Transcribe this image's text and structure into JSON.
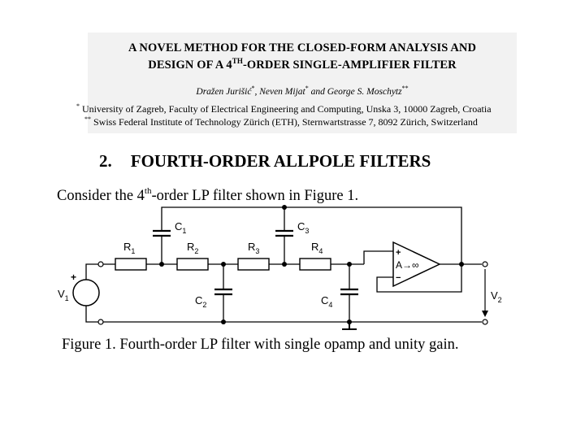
{
  "paper": {
    "title_line1": "A NOVEL METHOD FOR THE CLOSED-FORM ANALYSIS AND",
    "title_line2_pre": "DESIGN OF A 4",
    "title_line2_sup": "TH",
    "title_line2_post": "-ORDER SINGLE-AMPLIFIER FILTER",
    "authors": {
      "a1": "Dražen Jurišić",
      "a1_mark": "*",
      "a2": ", Neven Mijat",
      "a2_mark": "*",
      "a3": " and George S. Moschytz",
      "a3_mark": "**"
    },
    "affiliations": [
      {
        "mark": "*",
        "text": " University of Zagreb, Faculty of Electrical Engineering and Computing, Unska 3, 10000 Zagreb, Croatia"
      },
      {
        "mark": "**",
        "text": " Swiss Federal Institute of Technology Zürich (ETH), Sternwartstrasse 7, 8092 Zürich, Switzerland"
      }
    ]
  },
  "section": {
    "number": "2.",
    "title": "FOURTH-ORDER ALLPOLE FILTERS"
  },
  "intro": {
    "pre": "Consider the 4",
    "sup": "th",
    "post": "-order LP filter shown in Figure 1."
  },
  "circuit": {
    "labels": {
      "R1": "R",
      "R1_sub": "1",
      "R2": "R",
      "R2_sub": "2",
      "R3": "R",
      "R3_sub": "3",
      "R4": "R",
      "R4_sub": "4",
      "C1": "C",
      "C1_sub": "1",
      "C2": "C",
      "C2_sub": "2",
      "C3": "C",
      "C3_sub": "3",
      "C4": "C",
      "C4_sub": "4",
      "V1": "V",
      "V1_sub": "1",
      "V2": "V",
      "V2_sub": "2",
      "plus": "+",
      "minus": "−",
      "gain": "A→∞"
    }
  },
  "figure": {
    "caption": "Figure 1. Fourth-order LP filter with single opamp and unity gain."
  }
}
